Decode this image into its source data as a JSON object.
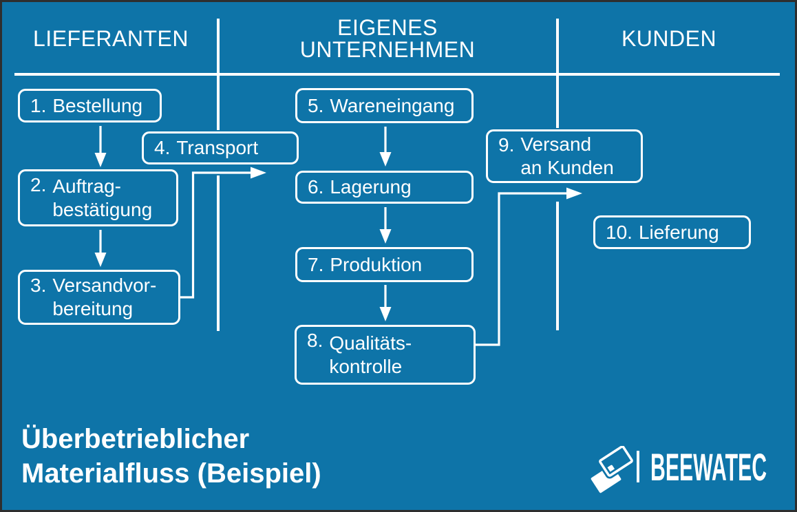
{
  "colors": {
    "background": "#0e74a8",
    "foreground": "#ffffff",
    "frame": "#2e2e2e"
  },
  "header": {
    "columns": [
      {
        "label": "LIEFERANTEN"
      },
      {
        "label": "EIGENES\nUNTERNEHMEN"
      },
      {
        "label": "KUNDEN"
      }
    ]
  },
  "nodes": [
    {
      "num": "1.",
      "label": "Bestellung"
    },
    {
      "num": "2.",
      "label": "Auftrag-\nbestätigung"
    },
    {
      "num": "3.",
      "label": "Versandvor-\nbereitung"
    },
    {
      "num": "4.",
      "label": "Transport"
    },
    {
      "num": "5.",
      "label": "Wareneingang"
    },
    {
      "num": "6.",
      "label": "Lagerung"
    },
    {
      "num": "7.",
      "label": "Produktion"
    },
    {
      "num": "8.",
      "label": "Qualitäts-\nkontrolle"
    },
    {
      "num": "9.",
      "label": "Versand\nan Kunden"
    },
    {
      "num": "10.",
      "label": "Lieferung"
    }
  ],
  "title": "Überbetrieblicher\nMaterialfluss (Beispiel)",
  "logo": {
    "brand": "BEEWATEC",
    "icon": "beewatec-tiles-icon"
  }
}
